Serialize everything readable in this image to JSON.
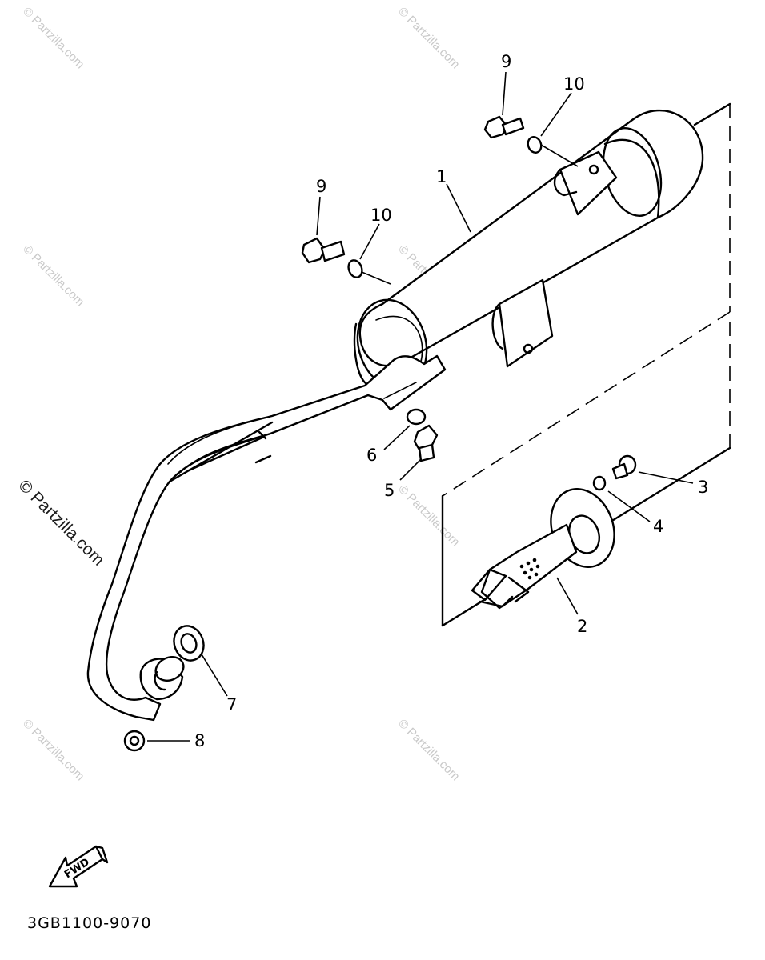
{
  "diagram": {
    "part_numbers": {
      "p1": "1",
      "p2": "2",
      "p3": "3",
      "p4": "4",
      "p5": "5",
      "p6": "6",
      "p7": "7",
      "p8": "8",
      "p9a": "9",
      "p9b": "9",
      "p10a": "10",
      "p10b": "10"
    },
    "fwd_label": "FWD",
    "diagram_code": "3GB1100-9070",
    "watermark": "© Partzilla.com"
  }
}
